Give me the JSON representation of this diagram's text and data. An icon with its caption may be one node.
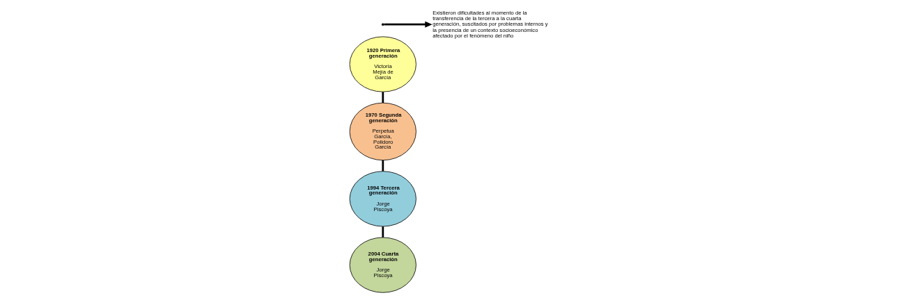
{
  "diagram": {
    "nodes": [
      {
        "text": [
          "1920 Primera generación",
          "Victoria Mejía de García"
        ]
      },
      {
        "text": [
          "1970 Segunda generación",
          "Perpetua García, Polidoro García"
        ]
      },
      {
        "text": [
          "1994 Tercera generación",
          "Jorge Piscoya"
        ]
      },
      {
        "text": [
          "2004 Cuarta generación",
          "Jorge Piscoya"
        ]
      },
      {
        "text": [
          "Existieron dificultades al momento de la transferencia de la tercera a la cuarta generación, suscitados por problemas internos y la presencia de un contexto socioeconómico afectado por el fenómeno del niño"
        ]
      }
    ],
    "edges": [
      {
        "from": 0,
        "to": 1,
        "arrow": "none"
      },
      {
        "from": 1,
        "to": 2,
        "arrow": "none"
      },
      {
        "from": 2,
        "to": 3,
        "arrow": "none"
      },
      {
        "from": null,
        "to": 4,
        "arrow": "to"
      }
    ]
  }
}
